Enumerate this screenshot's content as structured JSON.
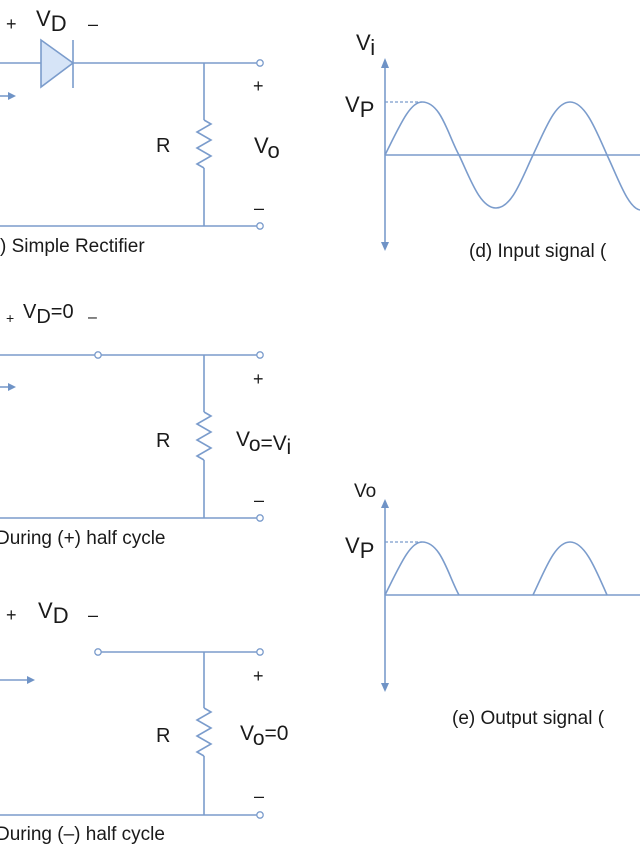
{
  "colors": {
    "wire": "#7b9ccc",
    "diode_fill": "#d6e4f7",
    "arrow": "#6f93c6",
    "text": "#1a1a1a",
    "background": "#ffffff"
  },
  "circuits": [
    {
      "id": "a",
      "caption": ") Simple Rectifier",
      "diode_label": {
        "plus": "+",
        "main": "V",
        "sub": "D",
        "suffix": "",
        "minus": "–"
      },
      "resistor_label": "R",
      "output_label": {
        "main": "V",
        "sub": "o",
        "suffix": ""
      },
      "plus": "+",
      "minus": "–",
      "diode_state": "diode symbol"
    },
    {
      "id": "b",
      "caption": "During (+) half cycle",
      "diode_label": {
        "plus": "+",
        "main": "V",
        "sub": "D",
        "suffix": "=0",
        "minus": "–"
      },
      "resistor_label": "R",
      "output_label": {
        "main": "V",
        "sub": "o",
        "suffix": "=V",
        "suffix_sub": "i"
      },
      "plus": "+",
      "minus": "–",
      "diode_state": "short circuit"
    },
    {
      "id": "c",
      "caption": "During (–) half cycle",
      "diode_label": {
        "plus": "+",
        "main": "V",
        "sub": "D",
        "suffix": "",
        "minus": "–"
      },
      "resistor_label": "R",
      "output_label": {
        "main": "V",
        "sub": "o",
        "suffix": "=0"
      },
      "plus": "+",
      "minus": "–",
      "diode_state": "open circuit"
    }
  ],
  "graphs": [
    {
      "id": "d",
      "y_axis_label": {
        "main": "V",
        "sub": "i"
      },
      "peak_label": {
        "main": "V",
        "sub": "P"
      },
      "caption": "(d) Input signal (",
      "waveform": "sine"
    },
    {
      "id": "e",
      "y_axis_label": {
        "main": "Vo",
        "sub": ""
      },
      "peak_label": {
        "main": "V",
        "sub": "P"
      },
      "caption": "(e) Output signal (",
      "waveform": "half-wave rectified"
    }
  ]
}
